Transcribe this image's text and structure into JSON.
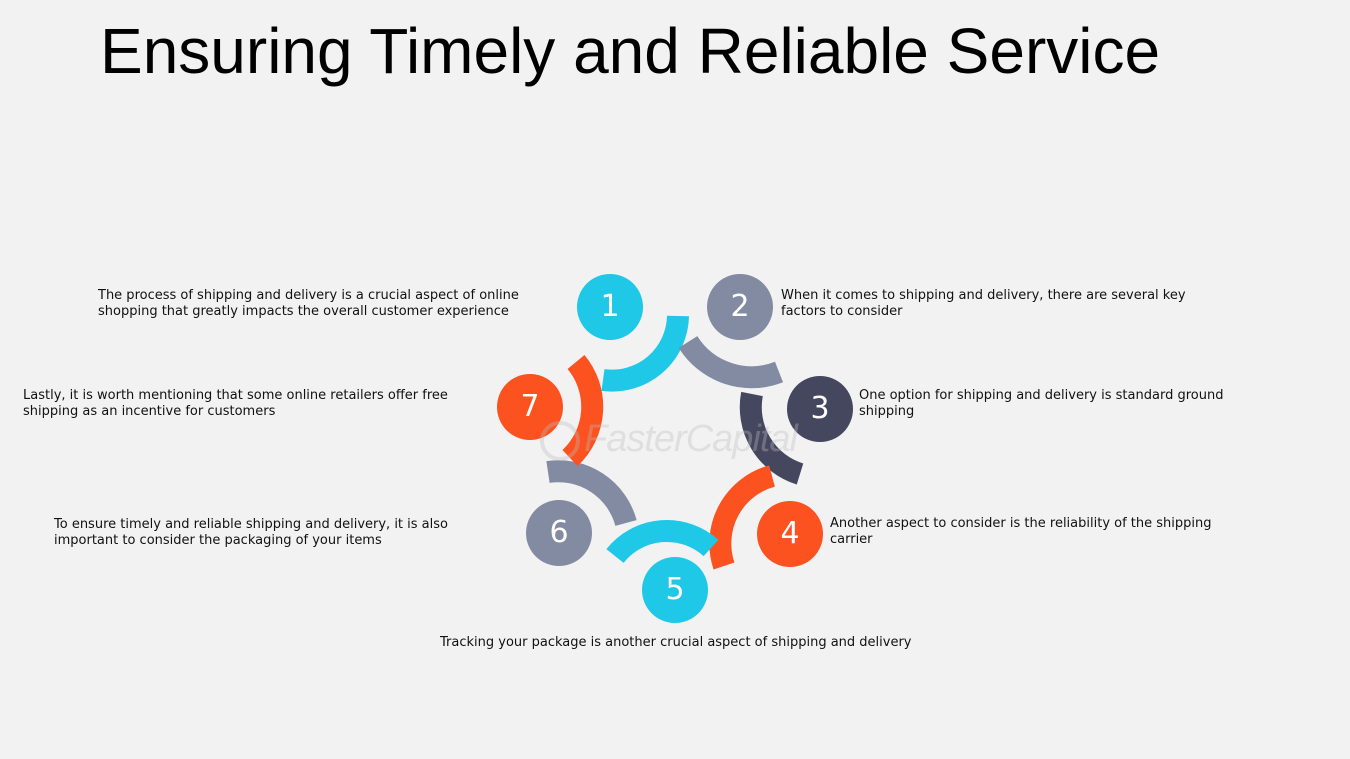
{
  "title": "Ensuring Timely and Reliable Service",
  "watermark": "FasterCapital",
  "colors": {
    "cyan": "#1ec8e6",
    "gray": "#838ba3",
    "navy": "#45475e",
    "orange": "#fb5220",
    "background": "#f2f2f2"
  },
  "steps": [
    {
      "number": "1",
      "color": "cyan",
      "text": "The process of shipping and delivery is a crucial aspect of online shopping that greatly impacts the overall customer experience"
    },
    {
      "number": "2",
      "color": "gray",
      "text": "When it comes to shipping and delivery, there are several key factors to consider"
    },
    {
      "number": "3",
      "color": "navy",
      "text": "One option for shipping and delivery is standard ground shipping"
    },
    {
      "number": "4",
      "color": "orange",
      "text": "Another aspect to consider is the reliability of the shipping carrier"
    },
    {
      "number": "5",
      "color": "cyan",
      "text": "Tracking your package is another crucial aspect of shipping and delivery"
    },
    {
      "number": "6",
      "color": "gray",
      "text": "To ensure timely and reliable shipping and delivery, it is also important to consider the packaging of your items"
    },
    {
      "number": "7",
      "color": "orange",
      "text": "Lastly, it is worth mentioning that some online retailers offer free shipping as an incentive for customers"
    }
  ]
}
